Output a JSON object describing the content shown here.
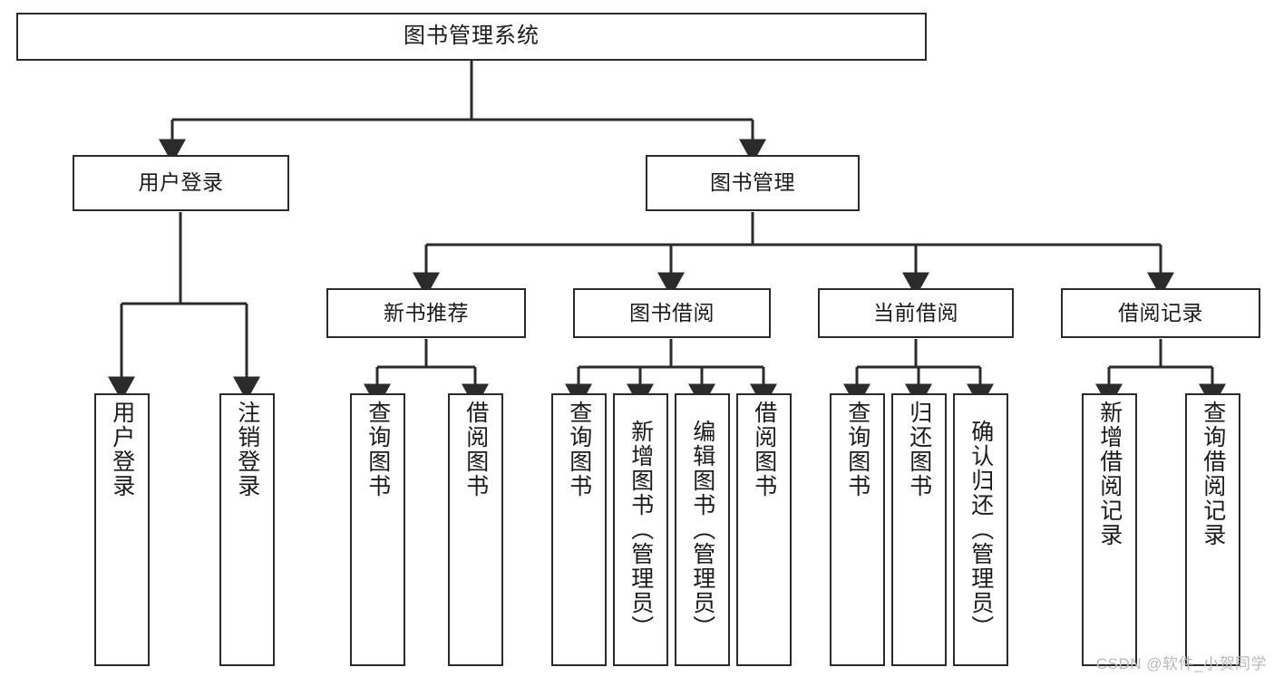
{
  "diagram": {
    "title": "图书管理系统",
    "type": "tree-hierarchy-diagram",
    "colors": {
      "background": "#ffffff",
      "box_border": "#2b2b2b",
      "connector": "#2b2b2b",
      "text": "#1a1a1a",
      "watermark": "#b9b9b9"
    },
    "root": {
      "label": "图书管理系统"
    },
    "level2": [
      {
        "label": "用户登录"
      },
      {
        "label": "图书管理"
      }
    ],
    "level3": [
      {
        "label": "新书推荐"
      },
      {
        "label": "图书借阅"
      },
      {
        "label": "当前借阅"
      },
      {
        "label": "借阅记录"
      }
    ],
    "leaves": {
      "user_login": [
        {
          "label": "用户登录"
        },
        {
          "label": "注销登录"
        }
      ],
      "new_book_recommend": [
        {
          "label": "查询图书"
        },
        {
          "label": "借阅图书"
        }
      ],
      "book_borrow": [
        {
          "label": "查询图书"
        },
        {
          "label": "新增图书（管理员）"
        },
        {
          "label": "编辑图书（管理员）"
        },
        {
          "label": "借阅图书"
        }
      ],
      "current_borrow": [
        {
          "label": "查询图书"
        },
        {
          "label": "归还图书"
        },
        {
          "label": "确认归还（管理员）"
        }
      ],
      "borrow_record": [
        {
          "label": "新增借阅记录"
        },
        {
          "label": "查询借阅记录"
        }
      ]
    },
    "watermark": "CSDN @软件_小贺同学"
  }
}
